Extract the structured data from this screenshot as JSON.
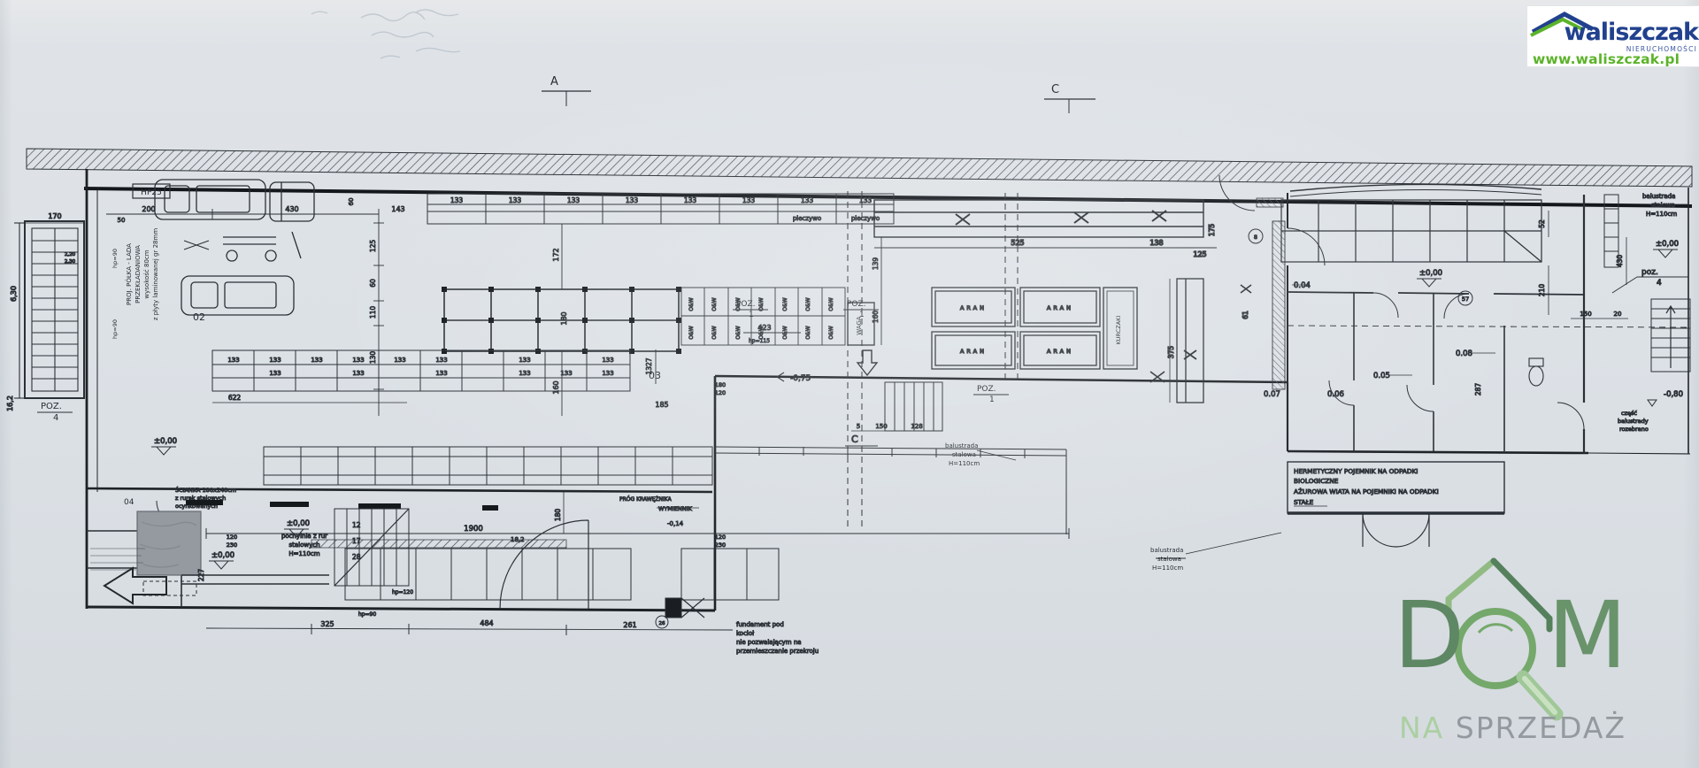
{
  "brand": {
    "waliszczak": {
      "name": "waliszczak",
      "tagline": "NIERUCHOMOŚCI",
      "site": "www.waliszczak.pl",
      "navy": "#21418e",
      "green": "#5cb32a"
    },
    "dom": {
      "d": "D",
      "m": "M",
      "na": "NA",
      "sprzedaz": "SPRZEDAŻ",
      "green_dark": "#4c7a52",
      "green_light": "#8cb97c",
      "gray": "#8e959b"
    }
  },
  "markers": {
    "a": "A",
    "c": "C"
  },
  "rooms": {
    "r02": "02",
    "r03": "03",
    "r04": "04",
    "r004": "0.04",
    "r005": "0.05",
    "r006": "0.06",
    "r007": "0.07",
    "r008": "0.08"
  },
  "poz": {
    "label": "POZ.",
    "label_lc": "poz.",
    "one": "1",
    "four": "4"
  },
  "levels": {
    "zero": "±0,00",
    "m075": "-0,75",
    "m080": "-0,80",
    "m014": "-0,14"
  },
  "circled": {
    "c8": "8",
    "c26": "26",
    "c57": "57"
  },
  "equipment": {
    "waga": "WAGA",
    "kurczaki": "KURCZAKI",
    "oaw": "O&W",
    "aran": "ARAN",
    "wymiennik": "WYMIENNIK",
    "hp25": "HP25",
    "prog": "PRÓG KRAWĘŻNIKA",
    "pieczywo": "pieczywo"
  },
  "annotations": {
    "balustrada": [
      "balustrada",
      "stalowa",
      "H=110cm"
    ],
    "hermetyczny": [
      "HERMETYCZNY POJEMNIK NA ODPADKI",
      "BIOLOGICZNE",
      "AŻUROWA WIATA NA POJEMNIKI NA ODPADKI",
      "STAŁE"
    ],
    "polka": [
      "PROJ. PÓŁKA - LADA",
      "PRZEKŁADANIOWA",
      "wysokość 80cm",
      "z płyty laminowanej gr 28mm"
    ],
    "pochylnia": [
      "pochylnia z rur",
      "stalowych",
      "H=110cm"
    ],
    "scianka": [
      "ŚCIANKA 180x140cm",
      "z rurek stalowych",
      "ocynkowanych"
    ],
    "fundament": [
      "fundament pod",
      "kocioł",
      "nie pozwalającym na",
      "przemieszczanie przekroju"
    ],
    "czesc": [
      "część",
      "balustrady",
      "rozebrano"
    ],
    "hp90": "hp=90",
    "hp115": "hp=115",
    "hp120": "hp=120"
  },
  "stair_numbers": [
    "12",
    "17",
    "28"
  ],
  "dims": {
    "d5": "5",
    "d20": "20",
    "d50": "50",
    "d52": "52",
    "d60": "60",
    "d61": "61",
    "d110": "110",
    "d120": "120",
    "d125": "125",
    "d128": "128",
    "d130": "130",
    "d133": "133",
    "d138": "138",
    "d139": "139",
    "d143": "143",
    "d150": "150",
    "d160": "160",
    "d162": "16,2",
    "d170": "170",
    "d172": "172",
    "d175": "175",
    "d180": "180",
    "d182": "18,2",
    "d185": "185",
    "d200": "200",
    "d210": "210",
    "d220": "2,20",
    "d227": "227",
    "d230": "230",
    "d230m": "2,30",
    "d261": "261",
    "d287": "287",
    "d325": "325",
    "d375": "375",
    "d423": "423",
    "d430": "430",
    "d484": "484",
    "d525": "525",
    "d622": "622",
    "d630": "6,30",
    "d1327": "1327",
    "d1900": "1900"
  }
}
